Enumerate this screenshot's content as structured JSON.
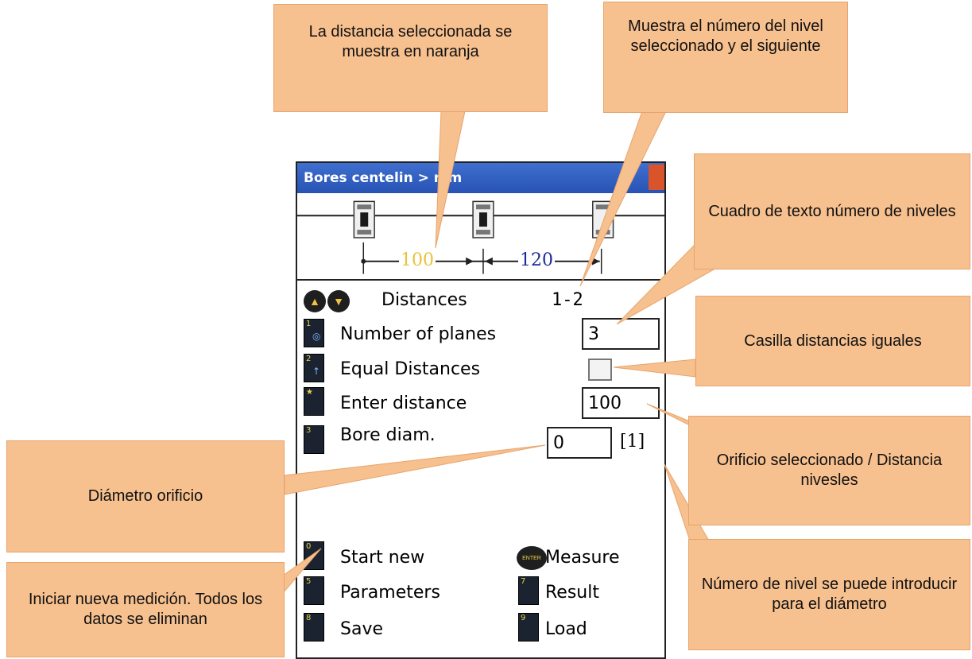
{
  "window": {
    "title": "Bores centelin > mm"
  },
  "diagram": {
    "distances": [
      "100",
      "120"
    ]
  },
  "form": {
    "distances_label": "Distances",
    "distances_range": "1-2",
    "planes_label": "Number of planes",
    "planes_value": "3",
    "equal_label": "Equal Distances",
    "equal_checked": false,
    "enter_label": "Enter distance",
    "enter_value": "100",
    "bore_label": "Bore diam.",
    "bore_value": "0",
    "bore_index": "[1]"
  },
  "menu": {
    "start_new": "Start new",
    "measure": "Measure",
    "parameters": "Parameters",
    "result": "Result",
    "save": "Save",
    "load": "Load"
  },
  "keys": {
    "k1": "1",
    "k2": "2",
    "k3": "3",
    "k0": "0",
    "k5": "5",
    "k7": "7",
    "k8": "8",
    "k9": "9"
  },
  "annotations": {
    "selected_distance": "La distancia seleccionada se muestra en naranja",
    "plane_numbers": "Muestra el número del nivel seleccionado y el siguiente",
    "planes_textbox": "Cuadro de texto número de niveles",
    "equal_checkbox": "Casilla distancias iguales",
    "selected_bore": "Orificio seleccionado / Distancia nivesles",
    "bore_diameter": "Diámetro orificio",
    "level_number": "Número de nivel se puede introducir para el diámetro",
    "start_new": "Iniciar nueva medición. Todos los datos se eliminan"
  },
  "colors": {
    "selected_distance": "#e8c33a",
    "other_distance": "#1b2a9c",
    "callout_fill": "#f7c08f",
    "titlebar": "#2f5fc4"
  }
}
